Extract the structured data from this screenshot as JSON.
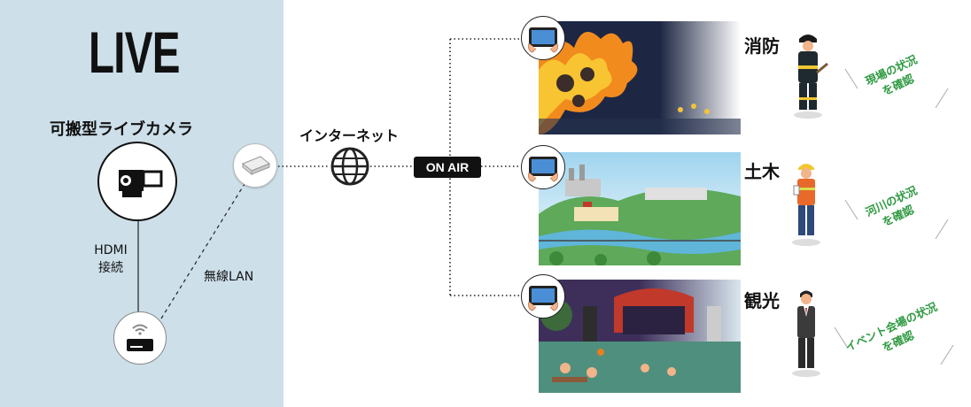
{
  "left": {
    "title": "LIVE",
    "camera_label": "可搬型ライブカメラ",
    "hdmi_line1": "HDMI",
    "hdmi_line2": "接続",
    "wireless_label": "無線LAN"
  },
  "network": {
    "internet_label": "インターネット",
    "onair_label": "ON AIR"
  },
  "rows": [
    {
      "category": "消防",
      "note_line1": "現場の状況",
      "note_line2": "を確認"
    },
    {
      "category": "土木",
      "note_line1": "河川の状況",
      "note_line2": "を確認"
    },
    {
      "category": "観光",
      "note_line1": "イベント会場の状況",
      "note_line2": "を確認"
    }
  ],
  "colors": {
    "left_panel": "#cddfe9",
    "note_green": "#2f9a42",
    "onair_bg": "#111111"
  }
}
